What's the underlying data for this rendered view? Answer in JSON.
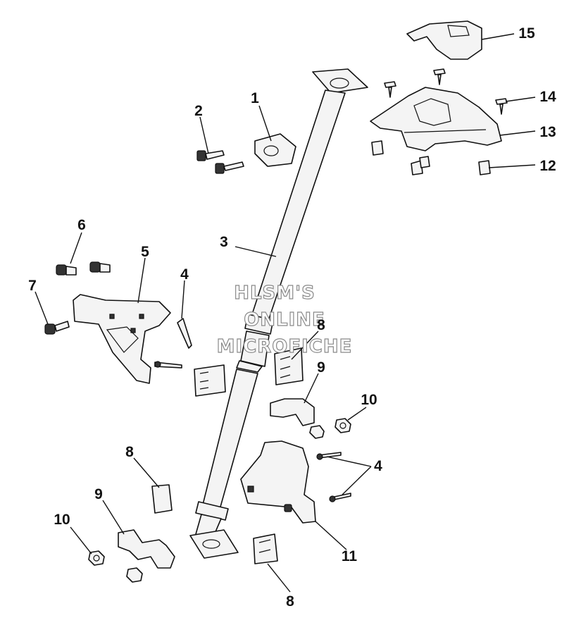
{
  "diagram": {
    "labels": [
      {
        "id": "1",
        "text": "1"
      },
      {
        "id": "2",
        "text": "2"
      },
      {
        "id": "3",
        "text": "3"
      },
      {
        "id": "4a",
        "text": "4"
      },
      {
        "id": "4b",
        "text": "4"
      },
      {
        "id": "5",
        "text": "5"
      },
      {
        "id": "6",
        "text": "6"
      },
      {
        "id": "7",
        "text": "7"
      },
      {
        "id": "8a",
        "text": "8"
      },
      {
        "id": "8b",
        "text": "8"
      },
      {
        "id": "8c",
        "text": "8"
      },
      {
        "id": "9a",
        "text": "9"
      },
      {
        "id": "9b",
        "text": "9"
      },
      {
        "id": "10a",
        "text": "10"
      },
      {
        "id": "10b",
        "text": "10"
      },
      {
        "id": "11",
        "text": "11"
      },
      {
        "id": "12",
        "text": "12"
      },
      {
        "id": "13",
        "text": "13"
      },
      {
        "id": "14",
        "text": "14"
      },
      {
        "id": "15",
        "text": "15"
      }
    ],
    "watermark": {
      "line1": "HLSM'S",
      "line2": "ONLINE",
      "line3": "MICROFICHE"
    }
  }
}
